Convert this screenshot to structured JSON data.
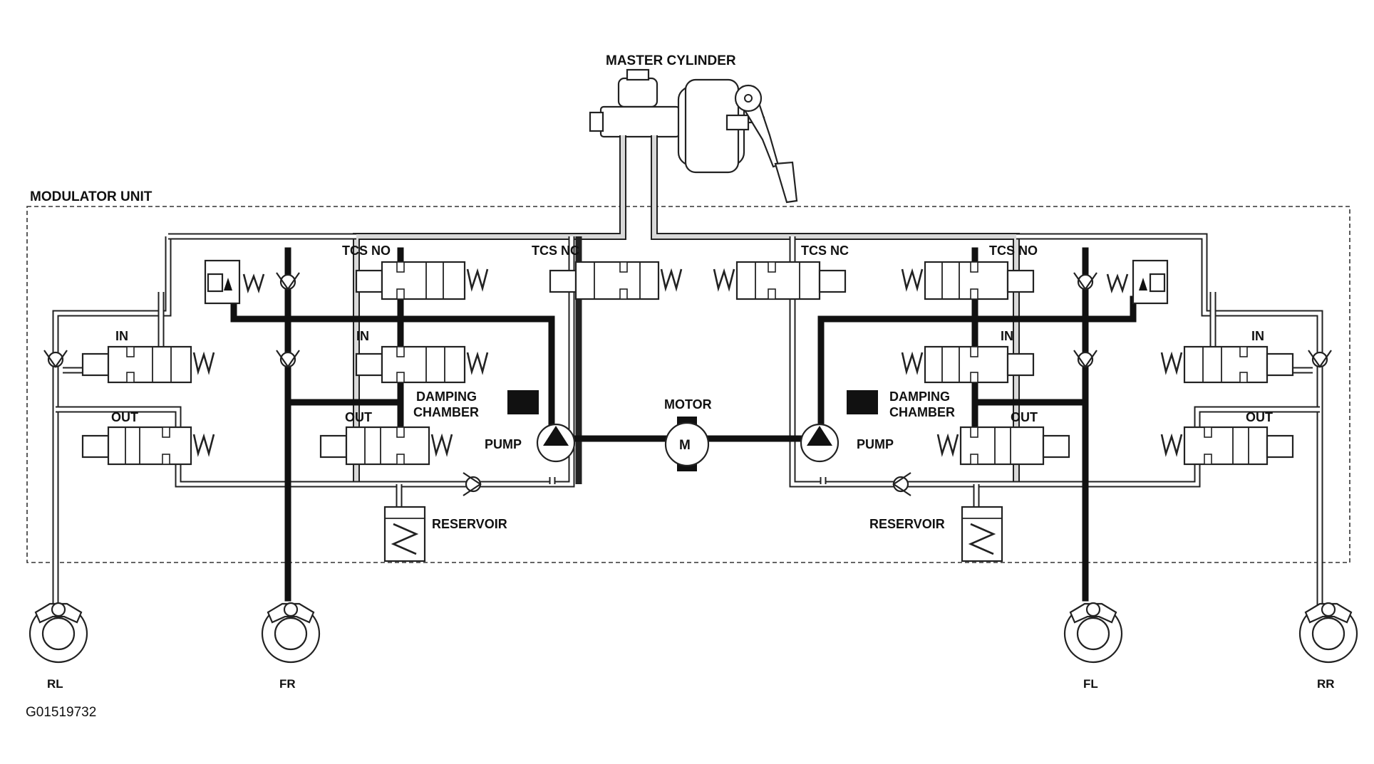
{
  "labels": {
    "master_cylinder": "MASTER CYLINDER",
    "modulator_unit": "MODULATOR UNIT",
    "tcs_no_left": "TCS NO",
    "tcs_nc_left": "TCS NC",
    "tcs_nc_right": "TCS NC",
    "tcs_no_right": "TCS NO",
    "in_rl": "IN",
    "out_rl": "OUT",
    "in_fr": "IN",
    "out_fr": "OUT",
    "in_fl": "IN",
    "out_fl": "OUT",
    "in_rr": "IN",
    "out_rr": "OUT",
    "damping_left_1": "DAMPING",
    "damping_left_2": "CHAMBER",
    "damping_right_1": "DAMPING",
    "damping_right_2": "CHAMBER",
    "pump_left": "PUMP",
    "pump_right": "PUMP",
    "motor": "MOTOR",
    "motor_symbol": "M",
    "reservoir_left": "RESERVOIR",
    "reservoir_right": "RESERVOIR",
    "wheel_rl": "RL",
    "wheel_fr": "FR",
    "wheel_fl": "FL",
    "wheel_rr": "RR",
    "figure_id": "G01519732"
  }
}
